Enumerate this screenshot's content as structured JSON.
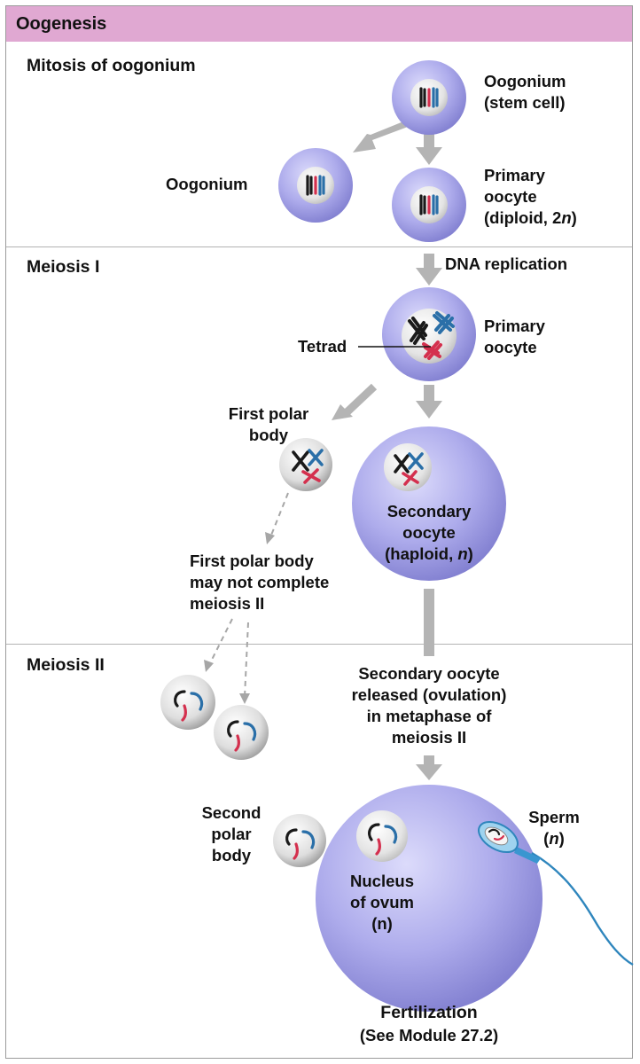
{
  "title": "Oogenesis",
  "sections": {
    "mitosis": "Mitosis of oogonium",
    "meiosis1": "Meiosis I",
    "meiosis2": "Meiosis II"
  },
  "labels": {
    "oogonium_stem_1": "Oogonium",
    "oogonium_stem_2": "(stem cell)",
    "oogonium": "Oogonium",
    "primary_oocyte_1_l1": "Primary",
    "primary_oocyte_1_l2": "oocyte",
    "primary_oocyte_1_l3_prefix": "(diploid, 2",
    "primary_oocyte_1_l3_italic": "n",
    "primary_oocyte_1_l3_suffix": ")",
    "dna_replication": "DNA replication",
    "primary_oocyte_2_l1": "Primary",
    "primary_oocyte_2_l2": "oocyte",
    "tetrad": "Tetrad",
    "first_polar_body_l1": "First polar",
    "first_polar_body_l2": "body",
    "secondary_oocyte_l1": "Secondary",
    "secondary_oocyte_l2": "oocyte",
    "secondary_oocyte_l3_prefix": "(haploid, ",
    "secondary_oocyte_l3_italic": "n",
    "secondary_oocyte_l3_suffix": ")",
    "fpb_note_l1": "First polar body",
    "fpb_note_l2": "may not complete",
    "fpb_note_l3": "meiosis II",
    "released_l1": "Secondary oocyte",
    "released_l2": "released (ovulation)",
    "released_l3": "in metaphase of",
    "released_l4": "meiosis II",
    "second_polar_l1": "Second",
    "second_polar_l2": "polar",
    "second_polar_l3": "body",
    "sperm_l1": "Sperm",
    "sperm_l2_prefix": "(",
    "sperm_l2_italic": "n",
    "sperm_l2_suffix": ")",
    "nucleus_l1": "Nucleus",
    "nucleus_l2": "of ovum",
    "nucleus_l3": "(n)",
    "fertilization": "Fertilization",
    "see_module": "(See Module 27.2)"
  },
  "colors": {
    "header": "#e0a8d2",
    "cell_fill": "#a9a7e8",
    "nucleus_fill": "#e6e6e6",
    "arrow": "#b4b4b4",
    "chrom_black": "#1a1a1a",
    "chrom_blue": "#2a6fa8",
    "chrom_red": "#d4304e",
    "sperm_tail": "#2f86bd"
  }
}
